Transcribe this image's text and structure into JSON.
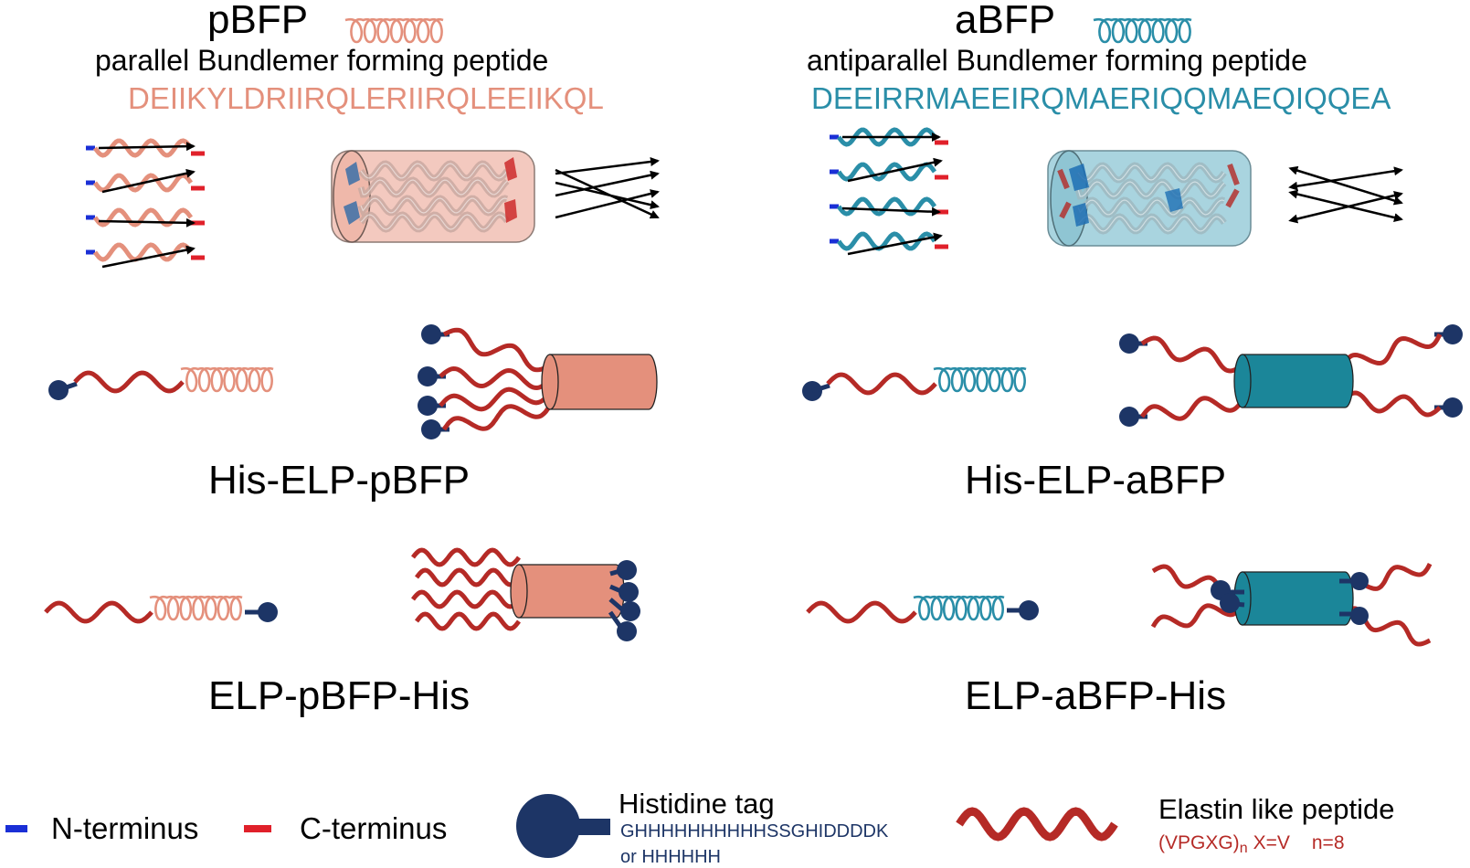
{
  "colors": {
    "salmon": "#e4907c",
    "salmon_light": "#f3c9bf",
    "teal": "#2a8ea8",
    "teal_light": "#a9d4df",
    "navy": "#1d3566",
    "elp_red": "#b52a26",
    "n_blue": "#1a2fd6",
    "c_red": "#e0202a",
    "black": "#000000"
  },
  "pbfp": {
    "name": "pBFP",
    "desc": "parallel Bundlemer forming peptide",
    "seq": "DEIIKYLDRIIRQLERIIRQLEEIIKQL"
  },
  "abfp": {
    "name": "aBFP",
    "desc": "antiparallel Bundlemer forming peptide",
    "seq": "DEEIRRMAEEIRQMAERIQQMAEQIQQEA"
  },
  "constructs": {
    "his_elp_pbfp": "His-ELP-pBFP",
    "elp_pbfp_his": "ELP-pBFP-His",
    "his_elp_abfp": "His-ELP-aBFP",
    "elp_abfp_his": "ELP-aBFP-His"
  },
  "legend": {
    "n_terminus": "N-terminus",
    "c_terminus": "C-terminus",
    "his_title": "Histidine tag",
    "his_seq": "GHHHHHHHHHHSSGHIDDDDK",
    "his_alt": "or HHHHHH",
    "elp_title": "Elastin like peptide",
    "elp_seq": "(VPGXG)",
    "elp_sub": "n",
    "elp_x": "X=V",
    "elp_n": "n=8"
  }
}
